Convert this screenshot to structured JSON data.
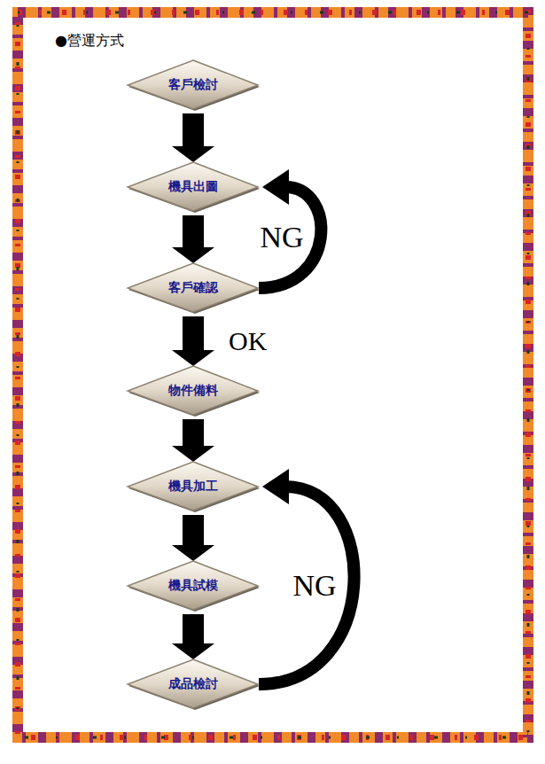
{
  "diagram": {
    "title": "●營運方式",
    "nodes": [
      {
        "text": [
          "客戶檢討"
        ]
      },
      {
        "text": [
          "機具出圖"
        ]
      },
      {
        "text": [
          "客戶確認"
        ]
      },
      {
        "text": [
          "物件備料"
        ]
      },
      {
        "text": [
          "機具加工"
        ]
      },
      {
        "text": [
          "機具試模"
        ]
      },
      {
        "text": [
          "成品檢討"
        ]
      }
    ],
    "edges": [
      {
        "from": 0,
        "to": 1,
        "arrow": "to"
      },
      {
        "from": 1,
        "to": 2,
        "arrow": "to"
      },
      {
        "from": 2,
        "to": 3,
        "label": "OK",
        "arrow": "to"
      },
      {
        "from": 3,
        "to": 4,
        "arrow": "to"
      },
      {
        "from": 4,
        "to": 5,
        "arrow": "to"
      },
      {
        "from": 5,
        "to": 6,
        "arrow": "to"
      },
      {
        "from": 2,
        "to": 1,
        "label": "NG",
        "arrow": "to"
      },
      {
        "from": 6,
        "to": 4,
        "label": "NG",
        "arrow": "to"
      }
    ]
  }
}
